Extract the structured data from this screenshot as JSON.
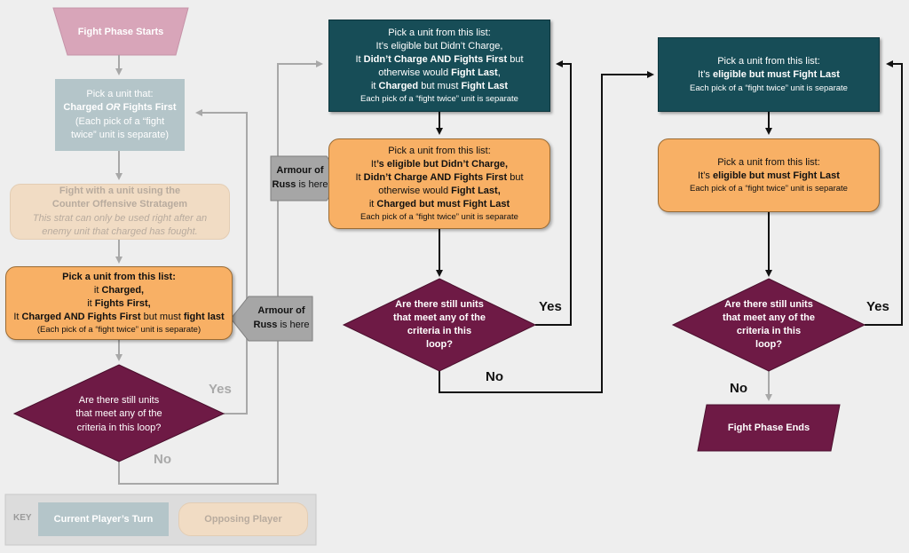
{
  "start": {
    "label": "Fight Phase Starts"
  },
  "left": {
    "pick_first": {
      "l1": "Pick a unit that:",
      "l2a": "Charged ",
      "l2b": "OR",
      "l2c": " Fights First",
      "l3": "(Each pick of a “fight",
      "l4": "twice” unit is separate)"
    },
    "stratagem": {
      "l1": "Fight with a unit using the",
      "l2": "Counter Offensive Stratagem",
      "l3": "This strat can only be used right after an",
      "l4": "enemy unit that charged has fought."
    },
    "pick_list": {
      "l1": "Pick a unit from this list:",
      "l2a": "it ",
      "l2b": "Charged,",
      "l3a": "it ",
      "l3b": "Fights First,",
      "l4a": "It ",
      "l4b": "Charged AND Fights First",
      "l4c": " but must ",
      "l4d": "fight last",
      "l5": "(Each pick of a “fight twice” unit is separate)"
    },
    "decision": {
      "l1": "Are there still units",
      "l2": "that meet any of the",
      "l3": "criteria in this loop?"
    },
    "yes": "Yes",
    "no": "No",
    "callout": {
      "l1": "Armour of",
      "l2a": "Russ",
      "l2b": " is here"
    }
  },
  "middle": {
    "pick_top": {
      "l1": "Pick a unit from this list:",
      "l2a": "It’s eligible but Didn’t Charge,",
      "l3a": "It ",
      "l3b": "Didn’t Charge AND Fights First",
      "l3c": " but",
      "l4a": "otherwise would ",
      "l4b": "Fight Last",
      "l4c": ",",
      "l5a": "it ",
      "l5b": "Charged",
      "l5c": " but must ",
      "l5d": "Fight Last",
      "l6": "Each pick of a “fight twice” unit is separate"
    },
    "pick_bottom": {
      "l1": "Pick a unit from this list:",
      "l2a": "It",
      "l2b": "’s eligible but Didn’t Charge,",
      "l3a": "It ",
      "l3b": "Didn’t Charge AND Fights First",
      "l3c": " but",
      "l4a": "otherwise would ",
      "l4b": "Fight Last,",
      "l5a": "it ",
      "l5b": "Charged but must Fight Last",
      "l6": "Each pick of a “fight twice” unit is separate"
    },
    "decision": {
      "l1": "Are there still units",
      "l2": "that meet any of the",
      "l3": "criteria in this",
      "l4": "loop?"
    },
    "yes": "Yes",
    "no": "No",
    "callout": {
      "l1": "Armour of",
      "l2a": "Russ",
      "l2b": " is here"
    }
  },
  "right": {
    "pick_top": {
      "l1": "Pick a unit from this list:",
      "l2a": "It’s ",
      "l2b": "eligible but must Fight Last",
      "l3": "Each pick of a “fight twice” unit is separate"
    },
    "pick_bottom": {
      "l1": "Pick a unit from this list:",
      "l2a": "It’s ",
      "l2b": "eligible but must Fight Last",
      "l3": "Each pick of a “fight twice” unit is separate"
    },
    "decision": {
      "l1": "Are there still units",
      "l2": "that meet any of the",
      "l3": "criteria in this",
      "l4": "loop?"
    },
    "yes": "Yes",
    "no": "No"
  },
  "end": {
    "label": "Fight Phase Ends"
  },
  "key": {
    "title": "KEY",
    "current": "Current Player’s Turn",
    "opposing": "Opposing Player"
  },
  "colors": {
    "teal": "#174d57",
    "orange": "#f8b065",
    "maroon": "#6e1a45",
    "pink": "#d8a5b9",
    "grey_teal": "#b4c5c9",
    "faded_peach": "#f1dcc4"
  }
}
